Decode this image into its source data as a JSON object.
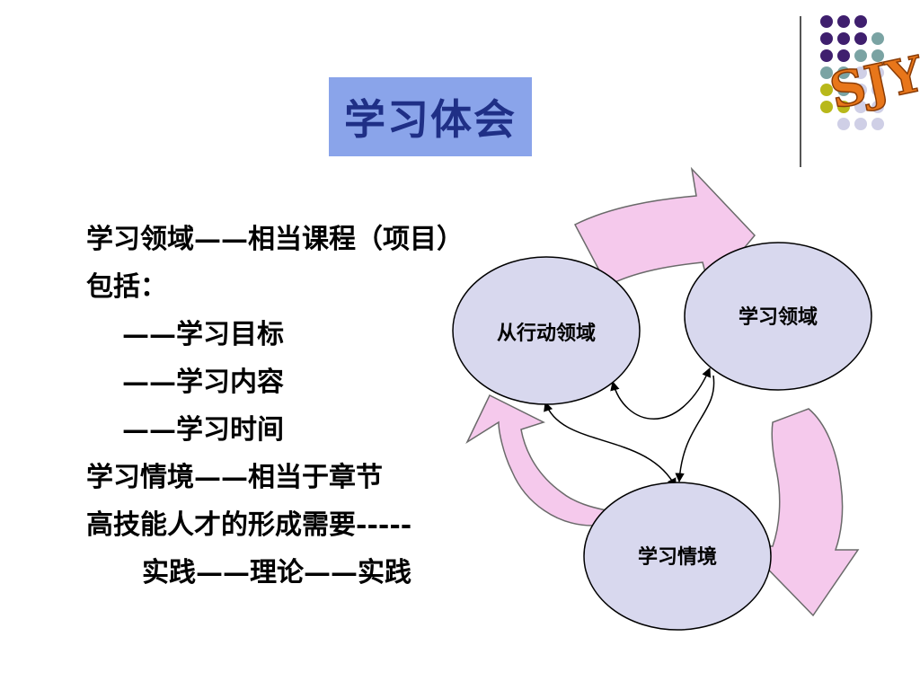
{
  "title": "学习体会",
  "body_lines": [
    "学习领域——相当课程（项目）",
    "包括：",
    "——学习目标",
    "——学习内容",
    "——学习时间",
    "学习情境——相当于章节",
    "高技能人才的形成需要-----",
    "实践——理论——实践"
  ],
  "diagram": {
    "nodes": [
      {
        "label": "从行动领域"
      },
      {
        "label": "学习领域"
      },
      {
        "label": "学习情境"
      }
    ]
  },
  "colors": {
    "title_bg": "#8aa4ea",
    "title_text": "#1f2f86",
    "ellipse_fill": "#d8d8ee",
    "arrow_fill": "#f5c9ec",
    "dot_purple": "#3f1f6e",
    "dot_teal": "#7aa3a3",
    "dot_olive": "#b8b81a",
    "dot_lavender": "#cfcfe6"
  },
  "logo": {
    "text": "SJY"
  }
}
